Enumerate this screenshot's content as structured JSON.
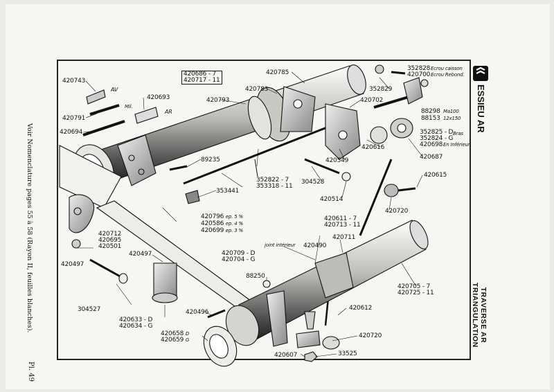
{
  "side_note": "Voir Nomenclature pages 55 à 58 (Rayon II, feuilles blanches).",
  "plate_number": "Pl. 49",
  "section_title": "ESSIEU AR",
  "subtitle_line1": "TRAVERSE AR",
  "subtitle_line2": "TRIANGULATION",
  "labels": {
    "p420743": "420743",
    "av": "AV",
    "p420693": "420693",
    "mil": "Mil.",
    "ar": "AR",
    "p420791": "420791",
    "p420694": "420694",
    "p420686": "420686 - 7",
    "p420717": "420717 - 11",
    "p420785": "420785",
    "p420783": "420783",
    "p420793": "420793",
    "p89235": "89235",
    "p352822": "352822 - 7",
    "p353318": "353318 - 11",
    "p353441": "353441",
    "p352828": "352828",
    "p352828_note": "Ecrou caisson",
    "p420700": "420700",
    "p420700_note": "Ecrou Rebond.",
    "p352829": "352829",
    "p420702": "420702",
    "p88298": "88298",
    "p88298_note": "Ma100",
    "p88153": "88153",
    "p88153_note": "12x150",
    "p352825": "352825 - D",
    "p352824": "352824 - G",
    "p352825_note": "Bras",
    "p420698": "420698",
    "p420698_note": "En Inférieur",
    "p420616": "420616",
    "p420687": "420687",
    "p420549": "420549",
    "p304528": "304528",
    "p420514": "420514",
    "p420615": "420615",
    "p420720a": "420720",
    "p420611": "420611 - 7",
    "p420713": "420713 - 11",
    "p420796": "420796",
    "p420796_note": "ep. 5 %",
    "p420586": "420586",
    "p420586_note": "ep. 4 %",
    "p420699": "420699",
    "p420699_note": "ep. 3 %",
    "p420712": "420712",
    "p420695": "420695",
    "p420501": "420501",
    "p420497a": "420497",
    "p420497b": "420497",
    "p420709": "420709 - D",
    "p420704": "420704 - G",
    "joint": "joint intérieur",
    "p420490": "420490",
    "p420711": "420711",
    "p88250": "88250",
    "p420705": "420705 - 7",
    "p420725": "420725 - 11",
    "p304527": "304527",
    "p420496": "420496",
    "p420612": "420612",
    "p420633": "420633 - D",
    "p420634": "420634 - G",
    "p420658": "420658",
    "p420658_side": "D",
    "p420659": "420659",
    "p420659_side": "G",
    "p420720b": "420720",
    "p420607": "420607",
    "p33525": "33525"
  }
}
